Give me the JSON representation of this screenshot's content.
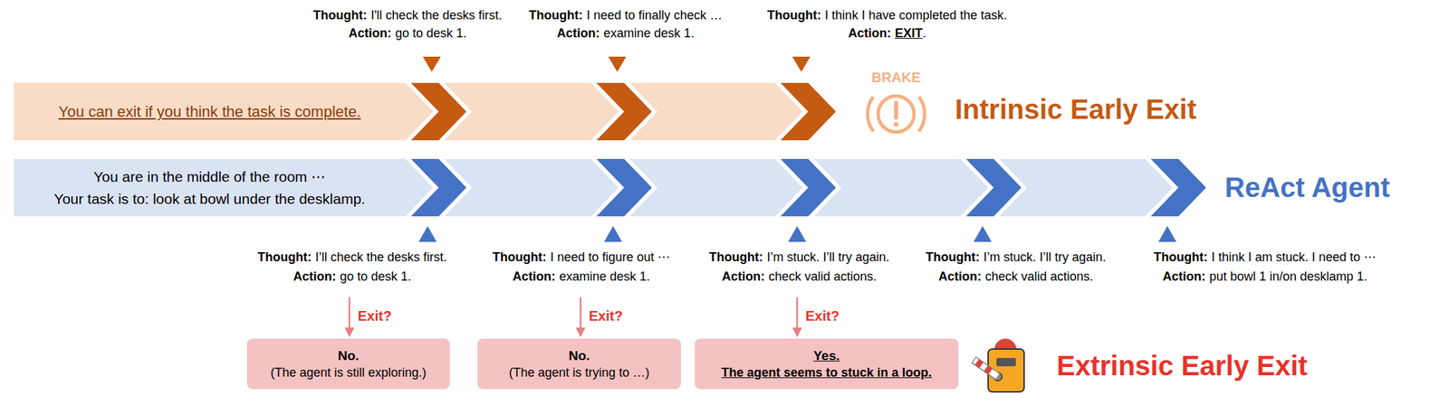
{
  "diagram": {
    "nodes": [
      {
        "text": [
          "You can exit if you think the task is complete."
        ]
      },
      {
        "text": [
          "You are in the middle of the room ⋯",
          "Your task is to: look at bowl under the desklamp."
        ]
      },
      {
        "text": [
          "No.",
          "(The agent is still exploring.)"
        ]
      },
      {
        "text": [
          "No.",
          "(The agent is trying to …)"
        ]
      },
      {
        "text": [
          "Yes.",
          "The agent seems to stuck in a loop."
        ]
      }
    ],
    "labels": [
      "Thought:",
      "I'll check the desks first.",
      "Action:",
      "go to desk 1.",
      "Thought:",
      "I need to finally check …",
      "Action:",
      "examine desk 1.",
      "Thought:",
      "I think I have completed the task.",
      "Action:",
      "EXIT",
      ".",
      "BRAKE",
      "Intrinsic Early Exit",
      "ReAct Agent",
      "Thought:",
      "I’ll check the desks first.",
      "Action:",
      "go to desk 1.",
      "Thought:",
      "I need to figure out ⋯",
      "Action:",
      "examine desk 1.",
      "Thought:",
      "I’m stuck. I’ll try again.",
      "Action:",
      "check valid actions.",
      "Thought:",
      "I’m stuck. I’ll try again.",
      "Action:",
      "check valid actions.",
      "Thought:",
      "I think I am stuck. I need to ⋯",
      "Action:",
      "put bowl 1 in/on desklamp 1.",
      "Exit?",
      "Exit?",
      "Exit?",
      "Extrinsic Early Exit"
    ]
  }
}
